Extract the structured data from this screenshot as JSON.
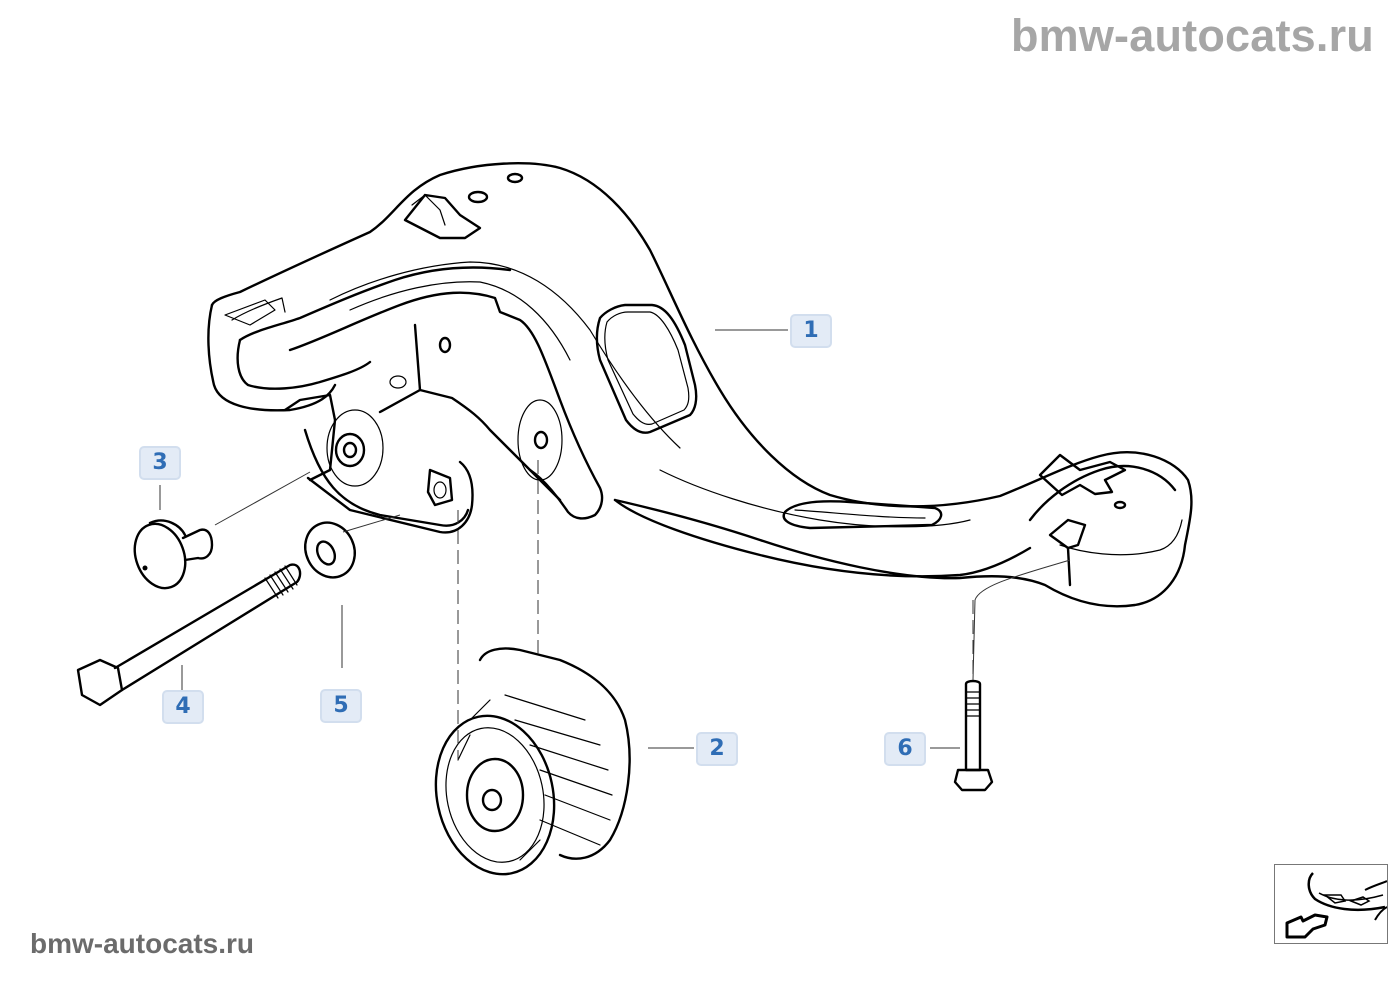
{
  "watermark": {
    "top": "bmw-autocats.ru",
    "bottom": "bmw-autocats.ru"
  },
  "diagram": {
    "type": "exploded-parts-diagram",
    "subject": "rear axle carrier / subframe mount",
    "callouts": [
      {
        "id": "1",
        "label": "1",
        "part": "carrier-bracket"
      },
      {
        "id": "2",
        "label": "2",
        "part": "rubber-mount-bushing"
      },
      {
        "id": "3",
        "label": "3",
        "part": "stop-buffer"
      },
      {
        "id": "4",
        "label": "4",
        "part": "hex-bolt-long"
      },
      {
        "id": "5",
        "label": "5",
        "part": "washer"
      },
      {
        "id": "6",
        "label": "6",
        "part": "hex-bolt-short"
      }
    ]
  },
  "navigation": {
    "thumbnail_icon": "car-front-arrow-icon"
  },
  "colors": {
    "callout_text": "#2f6db5",
    "callout_bg": "#e3ebf6",
    "watermark_top": "#a6a6a6",
    "watermark_bottom": "#6b6b6b"
  }
}
